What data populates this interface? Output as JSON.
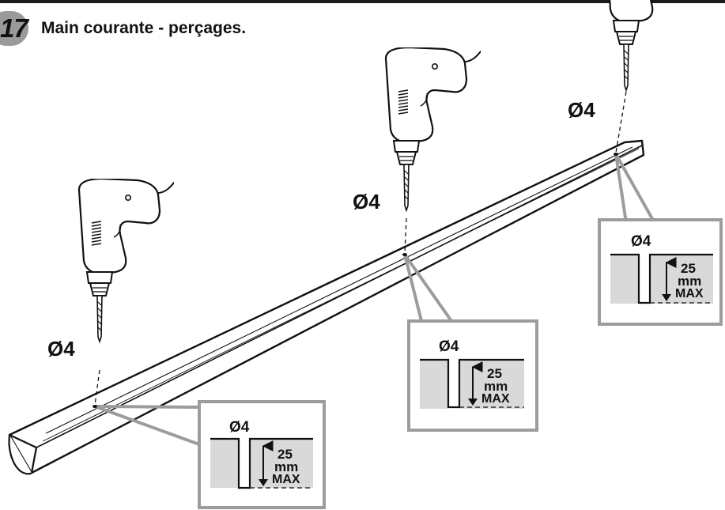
{
  "step": {
    "number": "17",
    "title": "Main courante - perçages."
  },
  "drill_points": [
    {
      "label": "Ø4"
    },
    {
      "label": "Ø4"
    },
    {
      "label": "Ø4"
    }
  ],
  "detail_boxes": [
    {
      "diameter": "Ø4",
      "depth_value": "25",
      "depth_unit": "mm",
      "depth_qualifier": "MAX"
    },
    {
      "diameter": "Ø4",
      "depth_value": "25",
      "depth_unit": "mm",
      "depth_qualifier": "MAX"
    },
    {
      "diameter": "Ø4",
      "depth_value": "25",
      "depth_unit": "mm",
      "depth_qualifier": "MAX"
    }
  ],
  "colors": {
    "leader_gray": "#9c9c9c",
    "box_fill": "#d9d9d9",
    "badge_gray": "#9a9a9a",
    "ink": "#111111"
  },
  "icons": [
    "electric-drill-icon",
    "handrail-bar"
  ]
}
